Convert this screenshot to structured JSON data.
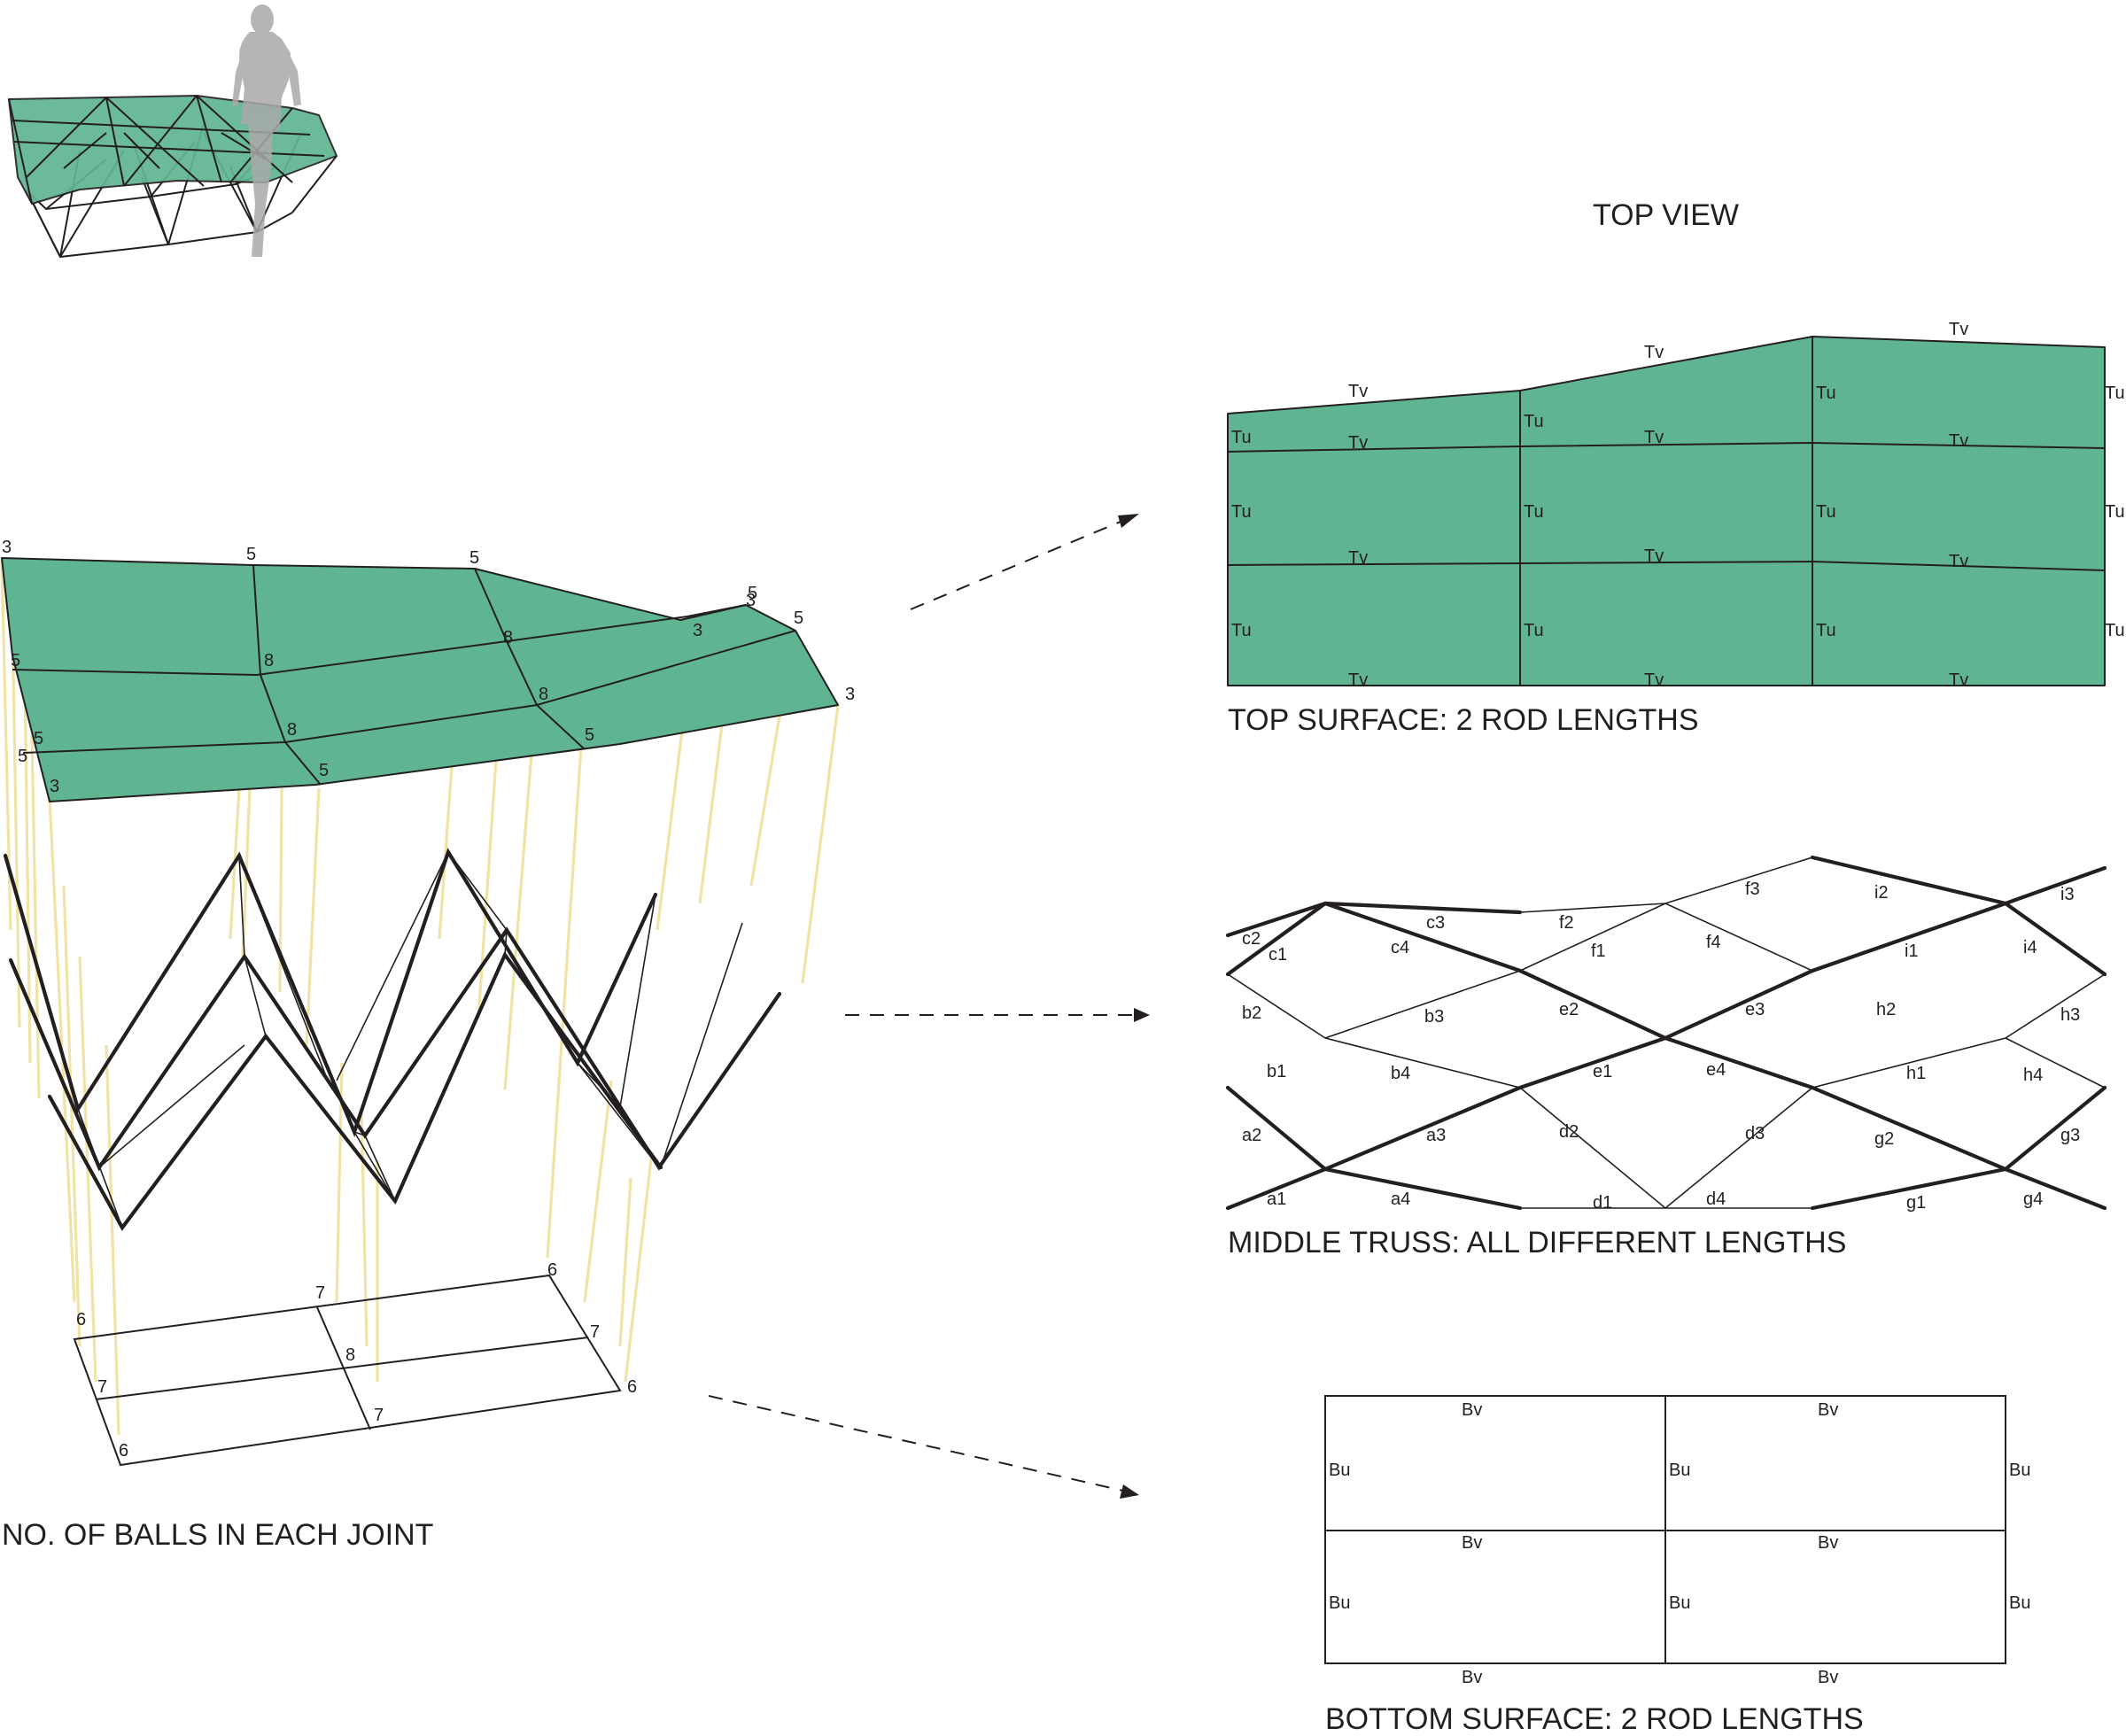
{
  "captions": {
    "top_view": "TOP VIEW",
    "top_surface": "TOP SURFACE: 2 ROD LENGTHS",
    "middle_truss": "MIDDLE TRUSS: ALL DIFFERENT LENGTHS",
    "bottom_surface": "BOTTOM SURFACE: 2 ROD LENGTHS",
    "balls": "NO. OF BALLS IN EACH JOINT"
  },
  "colors": {
    "panel_green": "#5fb592",
    "projection_yellow": "#efe3a6",
    "line": "#231f20"
  },
  "icons": [
    "human-silhouette-icon",
    "arrow-icon"
  ],
  "top_surface_labels": {
    "tv": "Tv",
    "tu": "Tu"
  },
  "bottom_surface_labels": {
    "bv": "Bv",
    "bu": "Bu"
  },
  "truss_labels": [
    "c2",
    "c1",
    "c3",
    "c4",
    "f2",
    "f1",
    "f3",
    "f4",
    "i2",
    "i1",
    "i3",
    "i4",
    "b2",
    "b3",
    "e2",
    "e3",
    "h2",
    "h3",
    "b1",
    "b4",
    "e1",
    "e4",
    "h1",
    "h4",
    "a2",
    "a3",
    "d2",
    "d3",
    "g2",
    "g3",
    "a1",
    "a4",
    "d1",
    "d4",
    "g1",
    "g4"
  ],
  "joint_ball_counts": {
    "top": [
      "3",
      "5",
      "5",
      "5",
      "5",
      "3",
      "5",
      "8",
      "8",
      "5",
      "5",
      "8",
      "8",
      "3",
      "3",
      "5",
      "5",
      "3"
    ],
    "bottom": [
      "6",
      "7",
      "6",
      "7",
      "8",
      "7",
      "7",
      "6",
      "6"
    ]
  }
}
